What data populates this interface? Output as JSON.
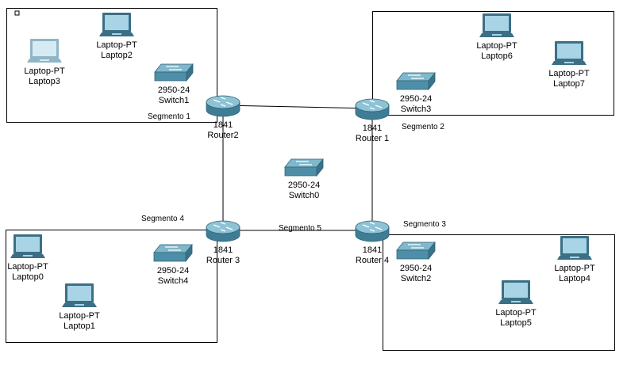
{
  "colors": {
    "line": "#000000",
    "switch_body": "#4e8fa7",
    "switch_top": "#7fb8cc",
    "router_body": "#3f7d95",
    "router_top": "#8ec3d6",
    "laptop_screen": "#a8d4e6",
    "laptop_frame": "#3b6f86",
    "laptop_dim_screen": "#d6eaf3",
    "laptop_dim_frame": "#8fb5c6"
  },
  "zones": [
    {
      "name": "zone-top-left"
    },
    {
      "name": "zone-top-right"
    },
    {
      "name": "zone-bottom-left"
    },
    {
      "name": "zone-bottom-right"
    }
  ],
  "routers": [
    {
      "id": "router2",
      "model": "1841",
      "name": "Router2"
    },
    {
      "id": "router1",
      "model": "1841",
      "name": "Router 1"
    },
    {
      "id": "router3",
      "model": "1841",
      "name": "Router 3"
    },
    {
      "id": "router4",
      "model": "1841",
      "name": "Router 4"
    }
  ],
  "switches": [
    {
      "id": "switch1",
      "model": "2950-24",
      "name": "Switch1"
    },
    {
      "id": "switch3",
      "model": "2950-24",
      "name": "Switch3"
    },
    {
      "id": "switch0",
      "model": "2950-24",
      "name": "Switch0"
    },
    {
      "id": "switch4",
      "model": "2950-24",
      "name": "Switch4"
    },
    {
      "id": "switch2",
      "model": "2950-24",
      "name": "Switch2"
    }
  ],
  "laptops": [
    {
      "id": "laptop2",
      "model": "Laptop-PT",
      "name": "Laptop2",
      "dim": false
    },
    {
      "id": "laptop3",
      "model": "Laptop-PT",
      "name": "Laptop3",
      "dim": true
    },
    {
      "id": "laptop6",
      "model": "Laptop-PT",
      "name": "Laptop6",
      "dim": false
    },
    {
      "id": "laptop7",
      "model": "Laptop-PT",
      "name": "Laptop7",
      "dim": false
    },
    {
      "id": "laptop0",
      "model": "Laptop-PT",
      "name": "Laptop0",
      "dim": false
    },
    {
      "id": "laptop1",
      "model": "Laptop-PT",
      "name": "Laptop1",
      "dim": false
    },
    {
      "id": "laptop4",
      "model": "Laptop-PT",
      "name": "Laptop4",
      "dim": false
    },
    {
      "id": "laptop5",
      "model": "Laptop-PT",
      "name": "Laptop5",
      "dim": false
    }
  ],
  "links": [
    {
      "from": "router2",
      "to": "router1"
    },
    {
      "from": "router2",
      "to": "router3"
    },
    {
      "from": "router1",
      "to": "router4"
    },
    {
      "from": "router3",
      "to": "router4"
    }
  ],
  "segments": [
    {
      "id": "seg1",
      "text": "Segmento 1"
    },
    {
      "id": "seg2",
      "text": "Segmento 2"
    },
    {
      "id": "seg3",
      "text": "Segmento 3"
    },
    {
      "id": "seg4",
      "text": "Segmento 4"
    },
    {
      "id": "seg5",
      "text": "Segmento 5"
    }
  ]
}
